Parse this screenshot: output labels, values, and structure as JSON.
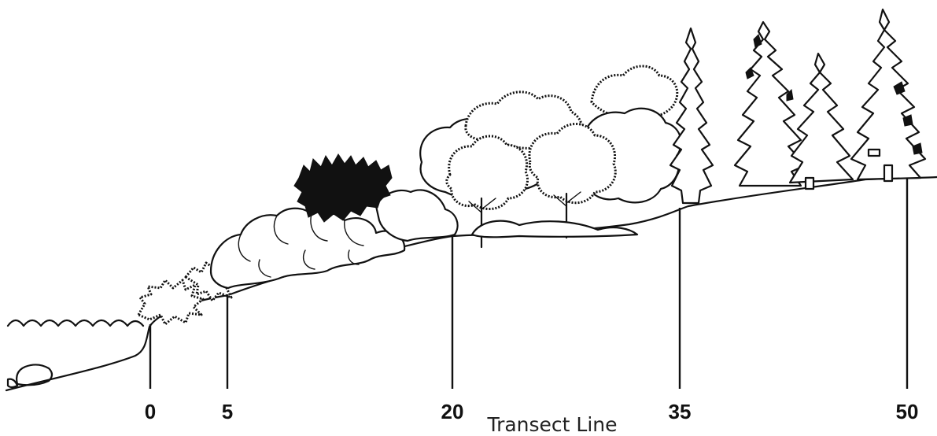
{
  "transect": {
    "title": "Transect Line",
    "markers": [
      {
        "label": "0"
      },
      {
        "label": "5"
      },
      {
        "label": "20"
      },
      {
        "label": "35"
      },
      {
        "label": "50"
      }
    ]
  },
  "vegetation_zones": [
    {
      "name": "water",
      "icon": "water-waves-icon"
    },
    {
      "name": "shoreline-rock",
      "icon": "rock-icon"
    },
    {
      "name": "emergent-shrubs",
      "icon": "shrub-icon"
    },
    {
      "name": "dense-shrub-cluster",
      "icon": "dense-shrub-icon"
    },
    {
      "name": "low-shrubs",
      "icon": "shrub-icon"
    },
    {
      "name": "deciduous-trees",
      "icon": "deciduous-tree-icon"
    },
    {
      "name": "conifer-forest",
      "icon": "conifer-tree-icon"
    }
  ]
}
